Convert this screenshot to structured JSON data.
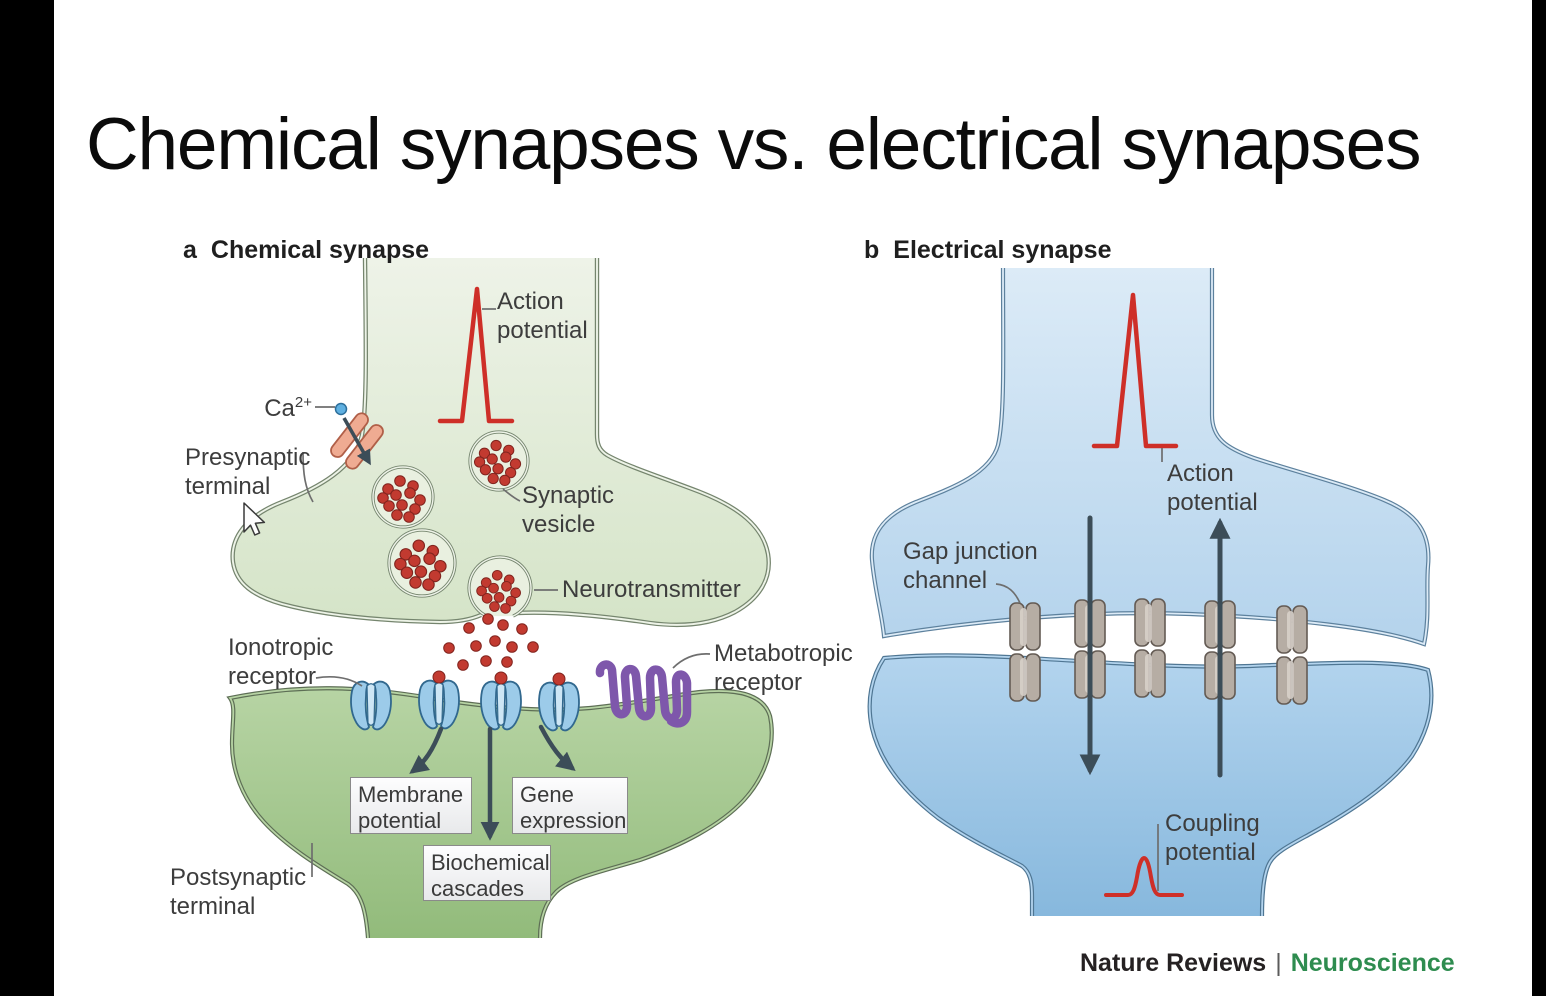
{
  "title": "Chemical synapses vs. electrical synapses",
  "panels": {
    "a": {
      "index": "a",
      "heading": "Chemical synapse",
      "labels": {
        "action_potential": "Action potential",
        "ca_base": "Ca",
        "ca_sup": "2+",
        "presynaptic_terminal": "Presynaptic terminal",
        "synaptic_vesicle": "Synaptic vesicle",
        "neurotransmitter": "Neurotransmitter",
        "ionotropic_receptor": "Ionotropic receptor",
        "metabotropic_receptor": "Metabotropic receptor",
        "postsynaptic_terminal": "Postsynaptic terminal"
      },
      "boxes": {
        "membrane_potential": "Membrane potential",
        "gene_expression": "Gene expression",
        "biochemical_cascades": "Biochemical cascades"
      }
    },
    "b": {
      "index": "b",
      "heading": "Electrical synapse",
      "labels": {
        "action_potential": "Action potential",
        "gap_junction_channel": "Gap junction channel",
        "coupling_potential": "Coupling potential"
      }
    }
  },
  "footer": {
    "journal": "Nature Reviews",
    "separator": "|",
    "section": "Neuroscience"
  },
  "colors": {
    "action_potential_red": "#ce2f28",
    "neurotransmitter_red": "#c23a30",
    "presynaptic_green": "#e3ecd9",
    "postsynaptic_green": "#a5c791",
    "presynaptic_blue": "#cfe3f3",
    "postsynaptic_blue": "#9cc6e6",
    "ionotropic_receptor_blue": "#9ccbe9",
    "metabotropic_purple": "#7e57ab",
    "calcium_channel_salmon": "#efab92",
    "calcium_ion_blue": "#5fb0e1",
    "gap_junction_gray": "#b6ada4",
    "arrow_slate": "#3c4d58",
    "nature_reviews_green": "#2e8c4f",
    "letterbox_black": "#000000"
  }
}
